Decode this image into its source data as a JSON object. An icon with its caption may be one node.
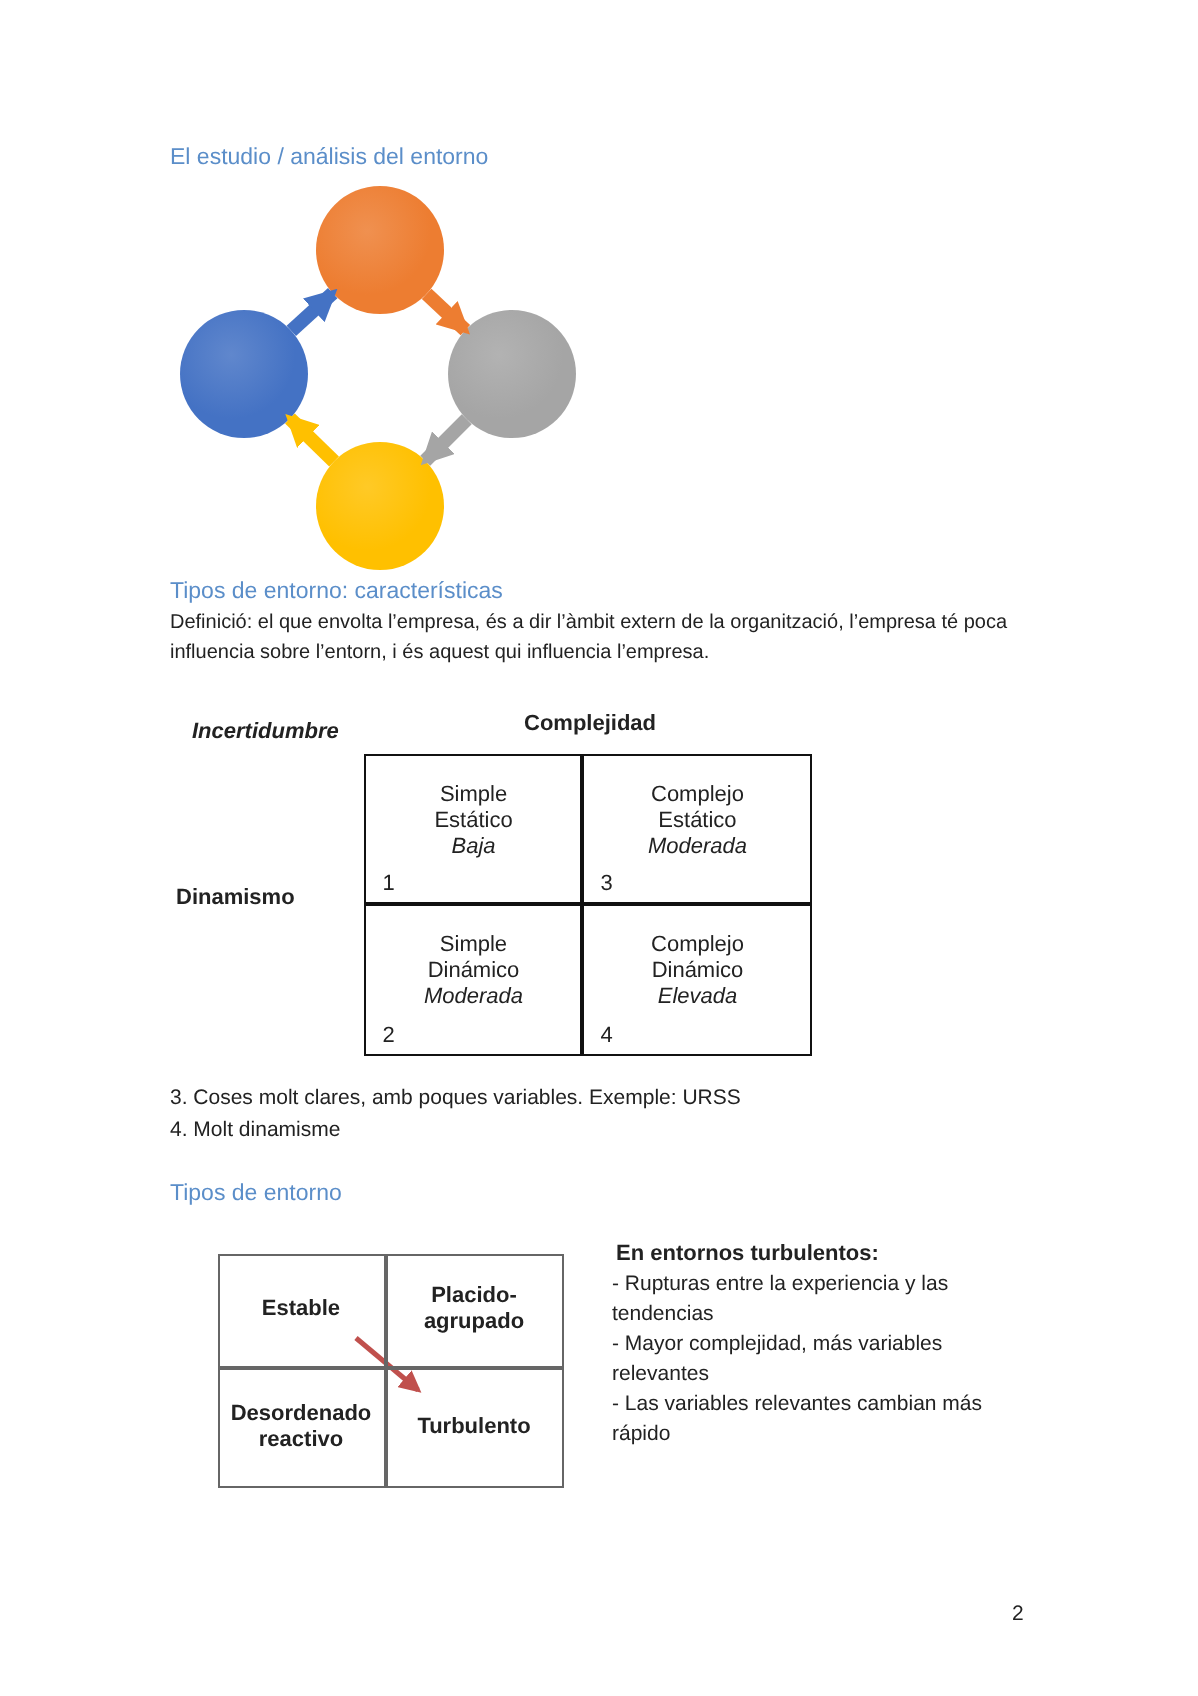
{
  "diagram": {
    "title": "El estudio / análisis del entorno",
    "nodes": [
      {
        "text": [],
        "shape": "circle"
      },
      {
        "text": [],
        "shape": "circle"
      },
      {
        "text": [],
        "shape": "circle"
      },
      {
        "text": [],
        "shape": "circle"
      },
      {
        "text": [
          "Simple Estático *Baja*",
          "1"
        ]
      },
      {
        "text": [
          "Complejo Estático *Moderada*",
          "3"
        ]
      },
      {
        "text": [
          "Simple Dinámico *Moderada*",
          "2"
        ]
      },
      {
        "text": [
          "Complejo Dinámico *Elevada*",
          "4"
        ]
      },
      {
        "text": [
          "Estable"
        ]
      },
      {
        "text": [
          "Placido-agrupado"
        ]
      },
      {
        "text": [
          "Desordenado reactivo"
        ]
      },
      {
        "text": [
          "Turbulento"
        ]
      }
    ],
    "edges": [
      {
        "from": 0,
        "to": 1,
        "arrow": "to",
        "color": "#ed7d31"
      },
      {
        "from": 1,
        "to": 2,
        "arrow": "to",
        "color": "#a5a5a5"
      },
      {
        "from": 2,
        "to": 3,
        "arrow": "to",
        "color": "#ffc000"
      },
      {
        "from": 3,
        "to": 0,
        "arrow": "to",
        "color": "#4472c4"
      },
      {
        "from": 8,
        "to": 11,
        "arrow": "to",
        "color": "#c0504d"
      }
    ],
    "labels": [
      "Tipos de entorno: características",
      "Definició: el que envolta l’empresa, és a dir l’àmbit extern de la organització, l’empresa té poca influencia sobre l’entorn, i és aquest qui influencia l’empresa.",
      "Incertidumbre",
      "Complejidad",
      "Dinamismo",
      "3. Coses molt clares, amb poques variables. Exemple: URSS",
      "4. Molt dinamisme",
      "Tipos de entorno",
      "En entornos turbulentos:",
      "- Rupturas entre la experiencia y las tendencias",
      "- Mayor complejidad, más variables relevantes",
      "- Las variables relevantes cambian más rápido",
      "2"
    ]
  }
}
